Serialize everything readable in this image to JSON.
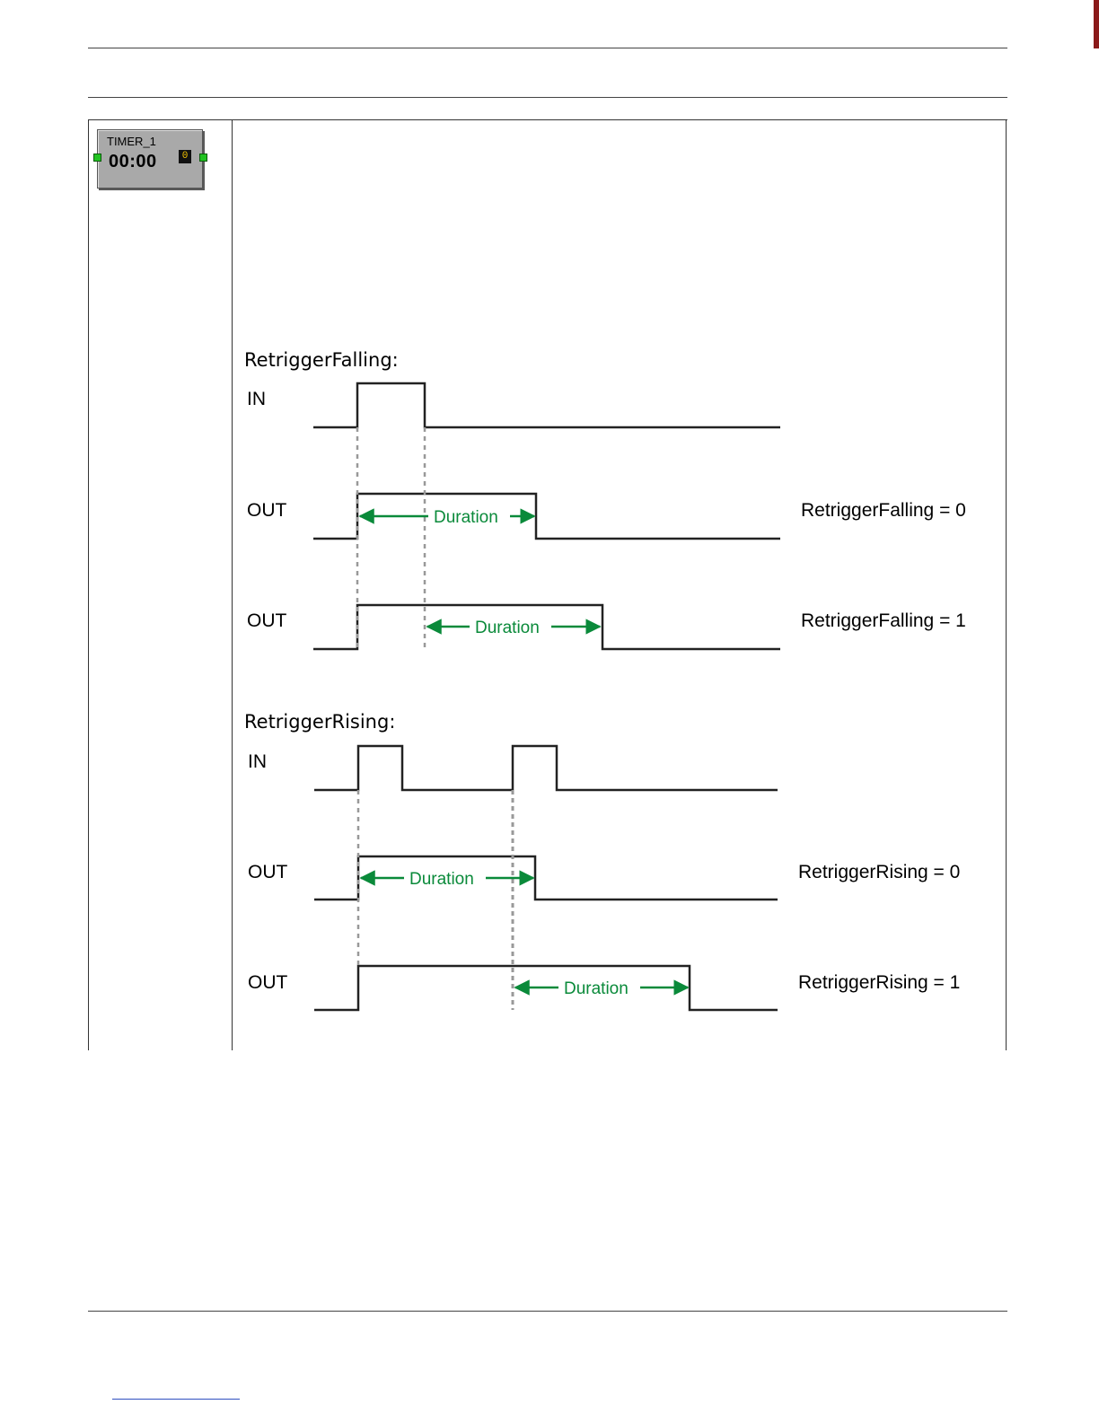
{
  "timer_block": {
    "name": "TIMER_1",
    "time": "00:00",
    "count": "0",
    "accent_color": "#a9a9a9",
    "port_color": "#22c322"
  },
  "diagrams": {
    "falling": {
      "title": "RetriggerFalling:",
      "in_label": "IN",
      "out0_label": "OUT",
      "out1_label": "OUT",
      "out0_value": "RetriggerFalling = 0",
      "out1_value": "RetriggerFalling = 1",
      "duration0": "Duration",
      "duration1": "Duration"
    },
    "rising": {
      "title": "RetriggerRising:",
      "in_label": "IN",
      "out0_label": "OUT",
      "out1_label": "OUT",
      "out0_value": "RetriggerRising = 0",
      "out1_value": "RetriggerRising = 1",
      "duration0": "Duration",
      "duration1": "Duration"
    },
    "duration_color": "#0a8a3a"
  }
}
